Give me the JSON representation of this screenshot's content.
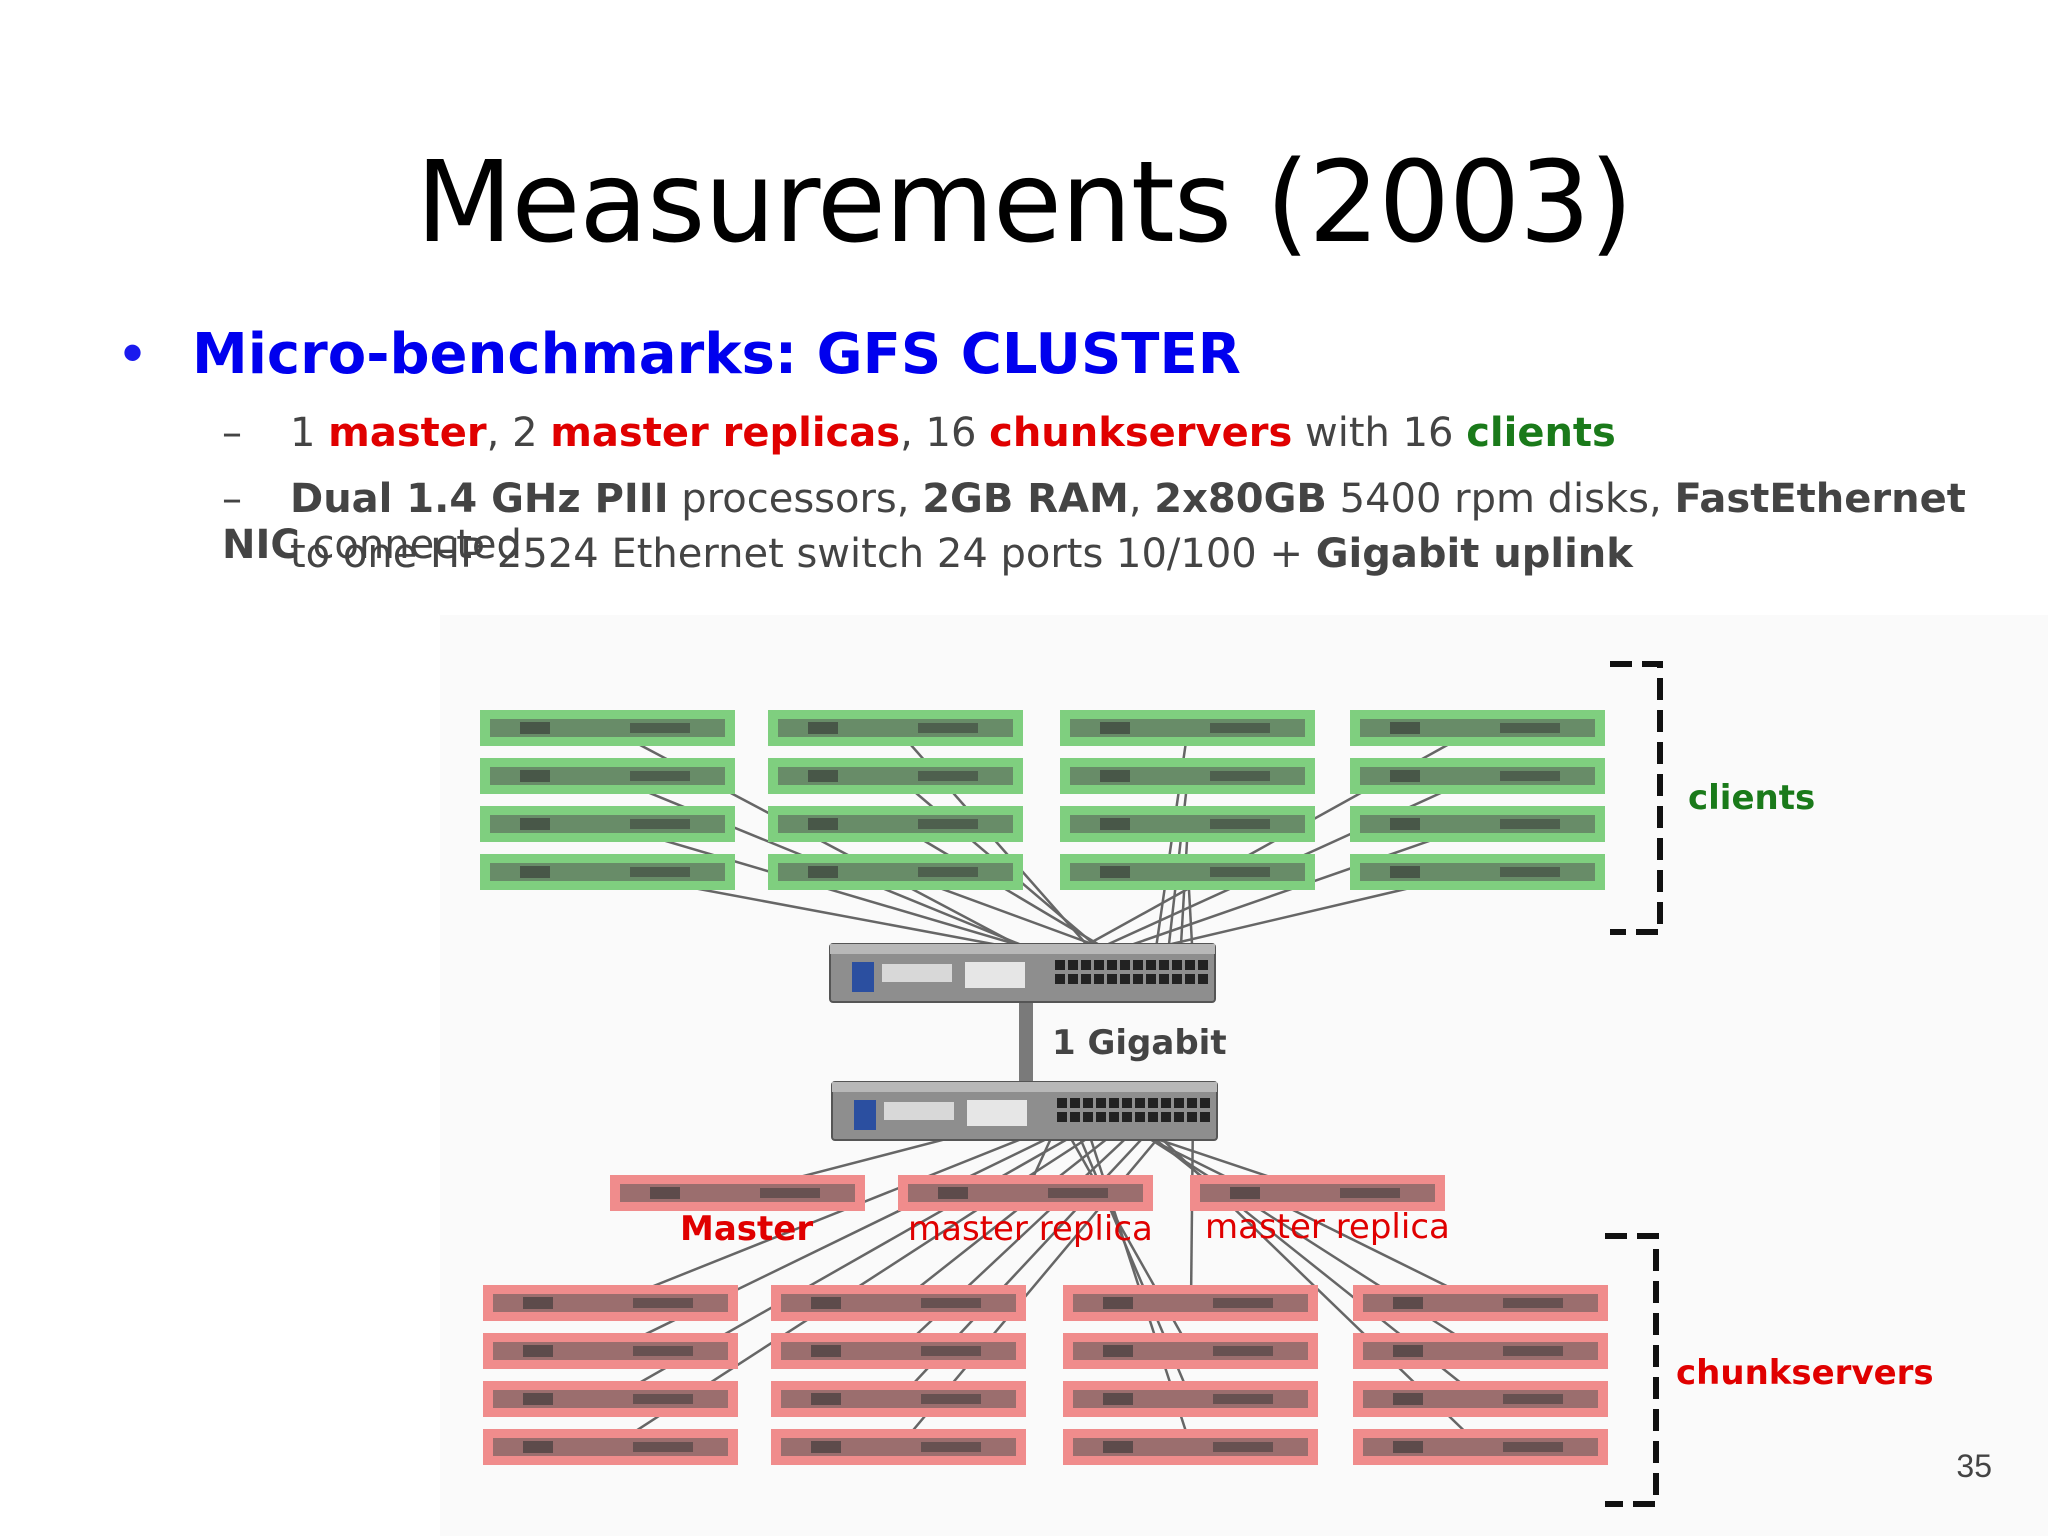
{
  "slide": {
    "title": "Measurements (2003)",
    "bullet": "Micro-benchmarks: GFS CLUSTER",
    "sub1": {
      "n_master": "1",
      "master": "master",
      "sep1": ", 2",
      "master_replicas": "master replicas",
      "sep2": ", 16",
      "chunkservers": "chunkservers",
      "with": "with 16",
      "clients": "clients"
    },
    "sub2": {
      "cpu": "Dual 1.4 GHz PIII",
      "processors": "processors,",
      "ram": "2GB RAM",
      "disks_bold": "2x80GB",
      "disks": "5400 rpm disks,",
      "nic": "FastEthernet NIC",
      "connected": "connected",
      "line2": "to one HP 2524 Ethernet switch 24 ports 10/100 +",
      "uplink": "Gigabit uplink"
    },
    "page_number": "35"
  },
  "diagram": {
    "clients_label": "clients",
    "chunkservers_label": "chunkservers",
    "gigabit_label": "1 Gigabit",
    "master_label": "Master",
    "replica1_label": "master replica",
    "replica2_label": "master replica",
    "client_color": "#7fcf7f",
    "server_color": "#f08c8c",
    "client_text_color": "#1a7a1a",
    "server_text_color": "#e00000"
  }
}
